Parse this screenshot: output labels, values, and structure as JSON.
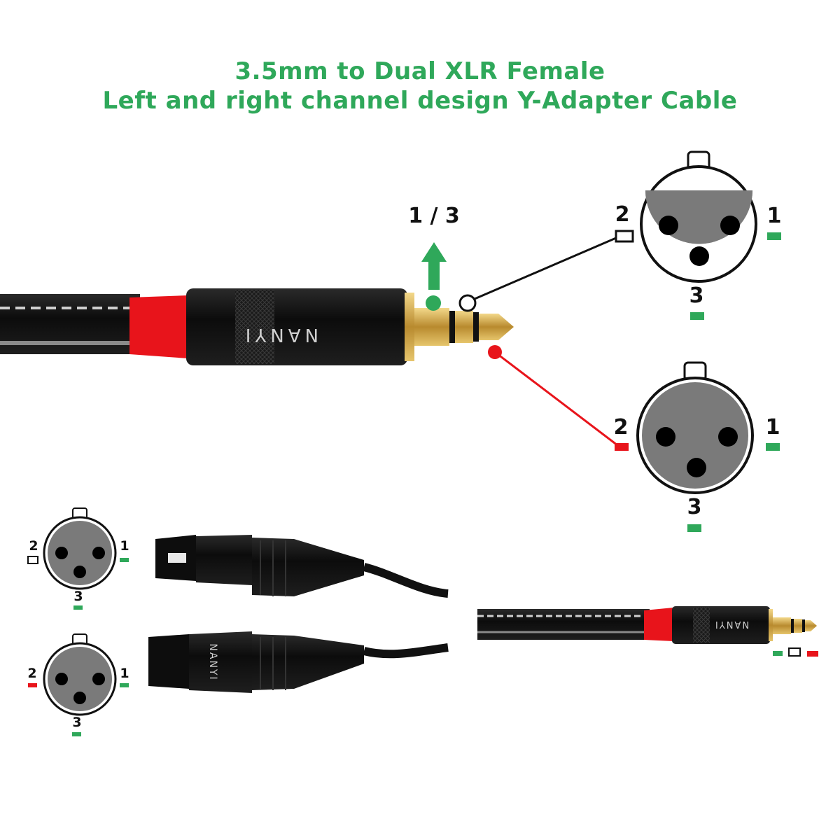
{
  "title": {
    "line1": "3.5mm to Dual XLR Female",
    "line2": "Left and right channel design Y-Adapter Cable"
  },
  "colors": {
    "title": "#2fa85a",
    "green": "#2fa85a",
    "red": "#e8141b",
    "connector_face": "#7a7a7a",
    "plug_body": "#151515",
    "gold": "#c9a24a"
  },
  "brand": "NANYI",
  "jack_label": "1 / 3",
  "pins": {
    "one": "1",
    "two": "2",
    "three": "3"
  },
  "icons": [
    "arrow-up-icon",
    "xlr-female-face-icon",
    "jack-plug-icon",
    "xlr-connector-icon"
  ]
}
